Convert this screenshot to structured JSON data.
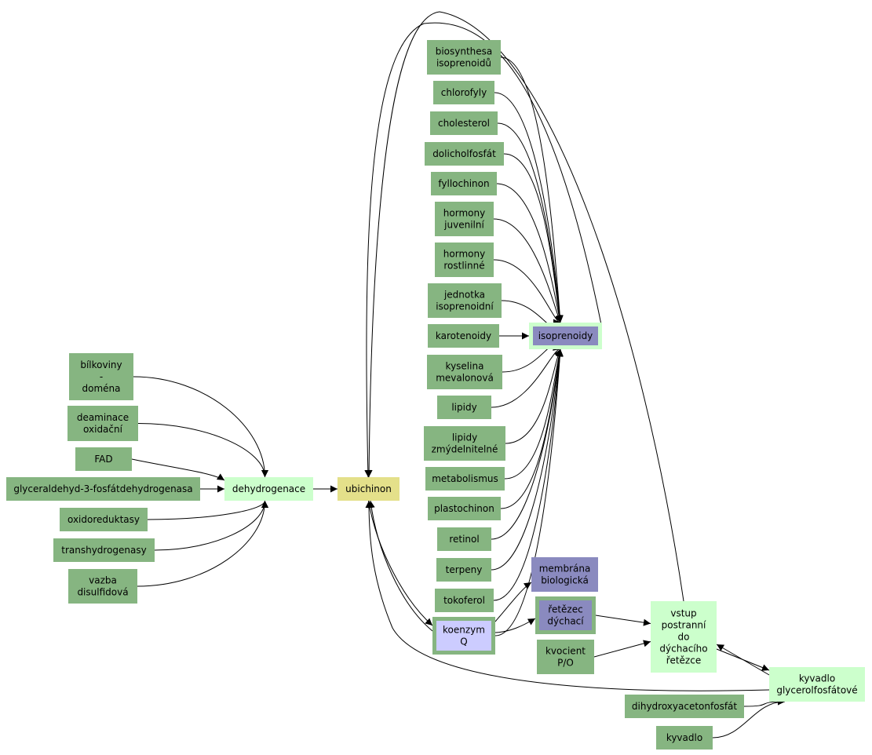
{
  "colors": {
    "leaf": "#86b581",
    "hub_light": "#ccffcc",
    "ubichinon": "#e4e08a",
    "purple": "#8a8abf",
    "lavender": "#ccccff",
    "edge": "#000000"
  },
  "nodes": {
    "bilkoviny": {
      "lines": [
        "bílkoviny",
        "-",
        "doména"
      ]
    },
    "deaminace": {
      "lines": [
        "deaminace",
        "oxidační"
      ]
    },
    "fad": {
      "lines": [
        "FAD"
      ]
    },
    "glyceraldehyd": {
      "lines": [
        "glyceraldehyd-3-fosfátdehydrogenasa"
      ]
    },
    "oxidoreduktasy": {
      "lines": [
        "oxidoreduktasy"
      ]
    },
    "transhydrogenasy": {
      "lines": [
        "transhydrogenasy"
      ]
    },
    "vazba": {
      "lines": [
        "vazba",
        "disulfidová"
      ]
    },
    "dehydrogenace": {
      "lines": [
        "dehydrogenace"
      ]
    },
    "ubichinon": {
      "lines": [
        "ubichinon"
      ]
    },
    "biosynthesa": {
      "lines": [
        "biosynthesa",
        "isoprenoidů"
      ]
    },
    "chlorofyly": {
      "lines": [
        "chlorofyly"
      ]
    },
    "cholesterol": {
      "lines": [
        "cholesterol"
      ]
    },
    "dolicholfosfat": {
      "lines": [
        "dolicholfosfát"
      ]
    },
    "fyllochinon": {
      "lines": [
        "fyllochinon"
      ]
    },
    "hormony_juv": {
      "lines": [
        "hormony",
        "juvenilní"
      ]
    },
    "hormony_rost": {
      "lines": [
        "hormony",
        "rostlinné"
      ]
    },
    "jednotka": {
      "lines": [
        "jednotka",
        "isoprenoidní"
      ]
    },
    "karotenoidy": {
      "lines": [
        "karotenoidy"
      ]
    },
    "kyselina": {
      "lines": [
        "kyselina",
        "mevalonová"
      ]
    },
    "lipidy": {
      "lines": [
        "lipidy"
      ]
    },
    "lipidy_zm": {
      "lines": [
        "lipidy",
        "zmýdelnitelné"
      ]
    },
    "metabolismus": {
      "lines": [
        "metabolismus"
      ]
    },
    "plastochinon": {
      "lines": [
        "plastochinon"
      ]
    },
    "retinol": {
      "lines": [
        "retinol"
      ]
    },
    "terpeny": {
      "lines": [
        "terpeny"
      ]
    },
    "tokoferol": {
      "lines": [
        "tokoferol"
      ]
    },
    "koenzym": {
      "lines": [
        "koenzym",
        "Q"
      ]
    },
    "isoprenoidy": {
      "lines": [
        "isoprenoidy"
      ]
    },
    "membrana": {
      "lines": [
        "membrána",
        "biologická"
      ]
    },
    "retezec": {
      "lines": [
        "řetězec",
        "dýchací"
      ]
    },
    "kvocient": {
      "lines": [
        "kvocient",
        "P/O"
      ]
    },
    "vstup": {
      "lines": [
        "vstup",
        "postranní",
        "do",
        "dýchacího",
        "řetězce"
      ]
    },
    "kyvadlo_glyc": {
      "lines": [
        "kyvadlo",
        "glycerolfosfátové"
      ]
    },
    "dihydroxy": {
      "lines": [
        "dihydroxyacetonfosfát"
      ]
    },
    "kyvadlo": {
      "lines": [
        "kyvadlo"
      ]
    }
  },
  "edges": [
    [
      "bilkoviny",
      "dehydrogenace"
    ],
    [
      "deaminace",
      "dehydrogenace"
    ],
    [
      "fad",
      "dehydrogenace"
    ],
    [
      "glyceraldehyd",
      "dehydrogenace"
    ],
    [
      "oxidoreduktasy",
      "dehydrogenace"
    ],
    [
      "transhydrogenasy",
      "dehydrogenace"
    ],
    [
      "vazba",
      "dehydrogenace"
    ],
    [
      "dehydrogenace",
      "ubichinon"
    ],
    [
      "biosynthesa",
      "isoprenoidy"
    ],
    [
      "chlorofyly",
      "isoprenoidy"
    ],
    [
      "cholesterol",
      "isoprenoidy"
    ],
    [
      "dolicholfosfat",
      "isoprenoidy"
    ],
    [
      "fyllochinon",
      "isoprenoidy"
    ],
    [
      "hormony_juv",
      "isoprenoidy"
    ],
    [
      "hormony_rost",
      "isoprenoidy"
    ],
    [
      "jednotka",
      "isoprenoidy"
    ],
    [
      "karotenoidy",
      "isoprenoidy"
    ],
    [
      "kyselina",
      "isoprenoidy"
    ],
    [
      "lipidy",
      "isoprenoidy"
    ],
    [
      "lipidy_zm",
      "isoprenoidy"
    ],
    [
      "metabolismus",
      "isoprenoidy"
    ],
    [
      "plastochinon",
      "isoprenoidy"
    ],
    [
      "retinol",
      "isoprenoidy"
    ],
    [
      "terpeny",
      "isoprenoidy"
    ],
    [
      "tokoferol",
      "isoprenoidy"
    ],
    [
      "koenzym",
      "isoprenoidy"
    ],
    [
      "koenzym",
      "membrana"
    ],
    [
      "koenzym",
      "retezec"
    ],
    [
      "ubichinon",
      "koenzym"
    ],
    [
      "koenzym",
      "ubichinon"
    ],
    [
      "retezec",
      "vstup"
    ],
    [
      "kvocient",
      "vstup"
    ],
    [
      "vstup",
      "kyvadlo_glyc"
    ],
    [
      "kyvadlo_glyc",
      "vstup"
    ],
    [
      "kyvadlo_glyc",
      "ubichinon"
    ],
    [
      "vstup",
      "ubichinon"
    ],
    [
      "isoprenoidy",
      "ubichinon"
    ],
    [
      "dihydroxy",
      "kyvadlo_glyc"
    ],
    [
      "kyvadlo",
      "kyvadlo_glyc"
    ]
  ]
}
